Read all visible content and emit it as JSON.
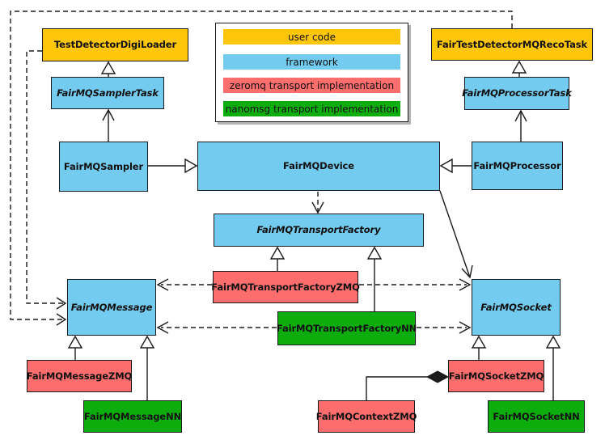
{
  "colors": {
    "user_code": "#FFC60A",
    "framework": "#74CBF0",
    "zeromq_transport": "#FC6E6E",
    "nanomsg_transport": "#0EAD0E",
    "edge": "#1A1A1A",
    "background": "#FFFFFF"
  },
  "legend": {
    "items": [
      {
        "label": "user code",
        "category": "user_code"
      },
      {
        "label": "framework",
        "category": "framework"
      },
      {
        "label": "zeromq transport implementation",
        "category": "zeromq_transport"
      },
      {
        "label": "nanomsg transport implementation",
        "category": "nanomsg_transport"
      }
    ]
  },
  "nodes": {
    "tdl": {
      "label": "TestDetectorDigiLoader",
      "category": "user_code",
      "abstract": false
    },
    "ftd": {
      "label": "FairTestDetectorMQRecoTask",
      "category": "user_code",
      "abstract": false
    },
    "smt": {
      "label": "FairMQSamplerTask",
      "category": "framework",
      "abstract": true
    },
    "prt": {
      "label": "FairMQProcessorTask",
      "category": "framework",
      "abstract": true
    },
    "smp": {
      "label": "FairMQSampler",
      "category": "framework",
      "abstract": false
    },
    "dev": {
      "label": "FairMQDevice",
      "category": "framework",
      "abstract": false
    },
    "prc": {
      "label": "FairMQProcessor",
      "category": "framework",
      "abstract": false
    },
    "tf": {
      "label": "FairMQTransportFactory",
      "category": "framework",
      "abstract": true
    },
    "tfz": {
      "label": "FairMQTransportFactoryZMQ",
      "category": "zeromq_transport",
      "abstract": false
    },
    "tfn": {
      "label": "FairMQTransportFactoryNN",
      "category": "nanomsg_transport",
      "abstract": false
    },
    "msg": {
      "label": "FairMQMessage",
      "category": "framework",
      "abstract": true
    },
    "sck": {
      "label": "FairMQSocket",
      "category": "framework",
      "abstract": true
    },
    "mgz": {
      "label": "FairMQMessageZMQ",
      "category": "zeromq_transport",
      "abstract": false
    },
    "mgn": {
      "label": "FairMQMessageNN",
      "category": "nanomsg_transport",
      "abstract": false
    },
    "skz": {
      "label": "FairMQSocketZMQ",
      "category": "zeromq_transport",
      "abstract": false
    },
    "skn": {
      "label": "FairMQSocketNN",
      "category": "nanomsg_transport",
      "abstract": false
    },
    "ctx": {
      "label": "FairMQContextZMQ",
      "category": "zeromq_transport",
      "abstract": false
    }
  },
  "relationships": [
    {
      "from": "FairMQSamplerTask",
      "to": "TestDetectorDigiLoader",
      "type": "inheritance-hollow-triangle",
      "line": "solid"
    },
    {
      "from": "FairMQProcessorTask",
      "to": "FairTestDetectorMQRecoTask",
      "type": "inheritance-hollow-triangle",
      "line": "solid"
    },
    {
      "from": "FairMQSampler",
      "to": "FairMQSamplerTask",
      "type": "directed-association-open-arrow",
      "line": "solid"
    },
    {
      "from": "FairMQProcessor",
      "to": "FairMQProcessorTask",
      "type": "directed-association-open-arrow",
      "line": "solid"
    },
    {
      "from": "FairMQSampler",
      "to": "FairMQDevice",
      "type": "inheritance-hollow-triangle",
      "line": "solid"
    },
    {
      "from": "FairMQProcessor",
      "to": "FairMQDevice",
      "type": "inheritance-hollow-triangle",
      "line": "solid"
    },
    {
      "from": "FairMQDevice",
      "to": "FairMQTransportFactory",
      "type": "dependency-open-arrow",
      "line": "dashed"
    },
    {
      "from": "FairMQDevice",
      "to": "FairMQSocket",
      "type": "directed-association-open-arrow",
      "line": "solid"
    },
    {
      "from": "FairMQTransportFactoryZMQ",
      "to": "FairMQTransportFactory",
      "type": "inheritance-hollow-triangle",
      "line": "solid"
    },
    {
      "from": "FairMQTransportFactoryNN",
      "to": "FairMQTransportFactory",
      "type": "inheritance-hollow-triangle",
      "line": "solid"
    },
    {
      "from": "FairMQTransportFactoryZMQ",
      "to": "FairMQMessage",
      "type": "dependency-open-arrow",
      "line": "dashed"
    },
    {
      "from": "FairMQTransportFactoryZMQ",
      "to": "FairMQSocket",
      "type": "dependency-open-arrow",
      "line": "dashed"
    },
    {
      "from": "FairMQTransportFactoryNN",
      "to": "FairMQMessage",
      "type": "dependency-open-arrow",
      "line": "dashed"
    },
    {
      "from": "FairMQTransportFactoryNN",
      "to": "FairMQSocket",
      "type": "dependency-open-arrow",
      "line": "dashed"
    },
    {
      "from": "TestDetectorDigiLoader",
      "to": "FairMQMessage",
      "type": "dependency-open-arrow",
      "line": "dashed"
    },
    {
      "from": "FairTestDetectorMQRecoTask",
      "to": "FairMQMessage",
      "type": "dependency-open-arrow",
      "line": "dashed"
    },
    {
      "from": "FairMQMessageZMQ",
      "to": "FairMQMessage",
      "type": "inheritance-hollow-triangle",
      "line": "solid"
    },
    {
      "from": "FairMQMessageNN",
      "to": "FairMQMessage",
      "type": "inheritance-hollow-triangle",
      "line": "solid"
    },
    {
      "from": "FairMQSocketZMQ",
      "to": "FairMQSocket",
      "type": "inheritance-hollow-triangle",
      "line": "solid"
    },
    {
      "from": "FairMQSocketNN",
      "to": "FairMQSocket",
      "type": "inheritance-hollow-triangle",
      "line": "solid"
    },
    {
      "from": "FairMQContextZMQ",
      "to": "FairMQSocketZMQ",
      "type": "composition-filled-diamond",
      "line": "solid"
    }
  ]
}
